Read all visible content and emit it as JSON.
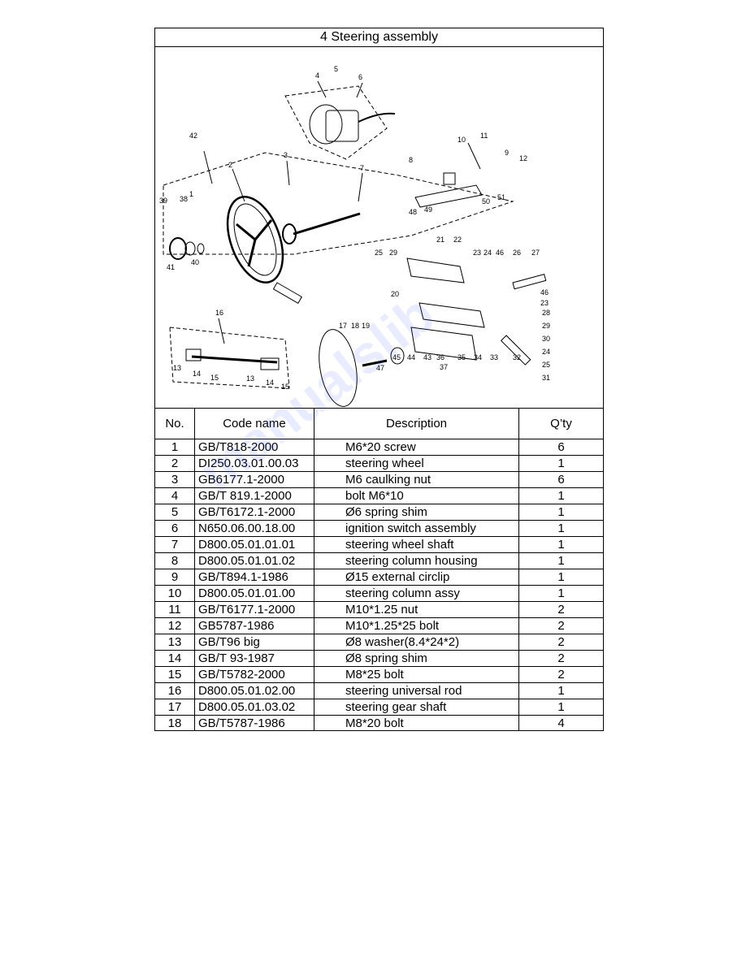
{
  "title": "4 Steering assembly",
  "diagram": {
    "callouts": [
      "1",
      "2",
      "3",
      "4",
      "5",
      "6",
      "7",
      "8",
      "9",
      "10",
      "11",
      "12",
      "13",
      "14",
      "15",
      "16",
      "17",
      "18",
      "19",
      "20",
      "21",
      "22",
      "23",
      "24",
      "25",
      "26",
      "27",
      "28",
      "29",
      "30",
      "31",
      "32",
      "33",
      "34",
      "35",
      "36",
      "37",
      "38",
      "39",
      "40",
      "41",
      "42",
      "43",
      "44",
      "45",
      "46",
      "47",
      "48",
      "49",
      "50",
      "51"
    ]
  },
  "table": {
    "headers": {
      "no": "No.",
      "code": "Code name",
      "desc": "Description",
      "qty": "Q’ty"
    },
    "rows": [
      {
        "no": "1",
        "code": "GB/T818-2000",
        "desc": "M6*20 screw",
        "qty": "6"
      },
      {
        "no": "2",
        "code": "DI250.03.01.00.03",
        "desc": "steering wheel",
        "qty": "1"
      },
      {
        "no": "3",
        "code": "GB6177.1-2000",
        "desc": "M6 caulking nut",
        "qty": "6"
      },
      {
        "no": "4",
        "code": "GB/T 819.1-2000",
        "desc": "bolt M6*10",
        "qty": "1"
      },
      {
        "no": "5",
        "code": "GB/T6172.1-2000",
        "desc": "Ø6 spring shim",
        "qty": "1"
      },
      {
        "no": "6",
        "code": "N650.06.00.18.00",
        "desc": "ignition switch assembly",
        "qty": "1"
      },
      {
        "no": "7",
        "code": "D800.05.01.01.01",
        "desc": "steering wheel shaft",
        "qty": "1"
      },
      {
        "no": "8",
        "code": "D800.05.01.01.02",
        "desc": "steering column housing",
        "qty": "1"
      },
      {
        "no": "9",
        "code": "GB/T894.1-1986",
        "desc": "Ø15 external circlip",
        "qty": "1"
      },
      {
        "no": "10",
        "code": "D800.05.01.01.00",
        "desc": "steering column assy",
        "qty": "1"
      },
      {
        "no": "11",
        "code": "GB/T6177.1-2000",
        "desc": "M10*1.25 nut",
        "qty": "2"
      },
      {
        "no": "12",
        "code": "GB5787-1986",
        "desc": "M10*1.25*25 bolt",
        "qty": "2"
      },
      {
        "no": "13",
        "code": "GB/T96 big",
        "desc": "Ø8 washer(8.4*24*2)",
        "qty": "2"
      },
      {
        "no": "14",
        "code": "GB/T 93-1987",
        "desc": "Ø8 spring shim",
        "qty": "2"
      },
      {
        "no": "15",
        "code": "GB/T5782-2000",
        "desc": "M8*25 bolt",
        "qty": "2"
      },
      {
        "no": "16",
        "code": "D800.05.01.02.00",
        "desc": "steering universal rod",
        "qty": "1"
      },
      {
        "no": "17",
        "code": "D800.05.01.03.02",
        "desc": "steering gear shaft",
        "qty": "1"
      },
      {
        "no": "18",
        "code": "GB/T5787-1986",
        "desc": "M8*20 bolt",
        "qty": "4"
      }
    ]
  },
  "watermark": "manualslib"
}
